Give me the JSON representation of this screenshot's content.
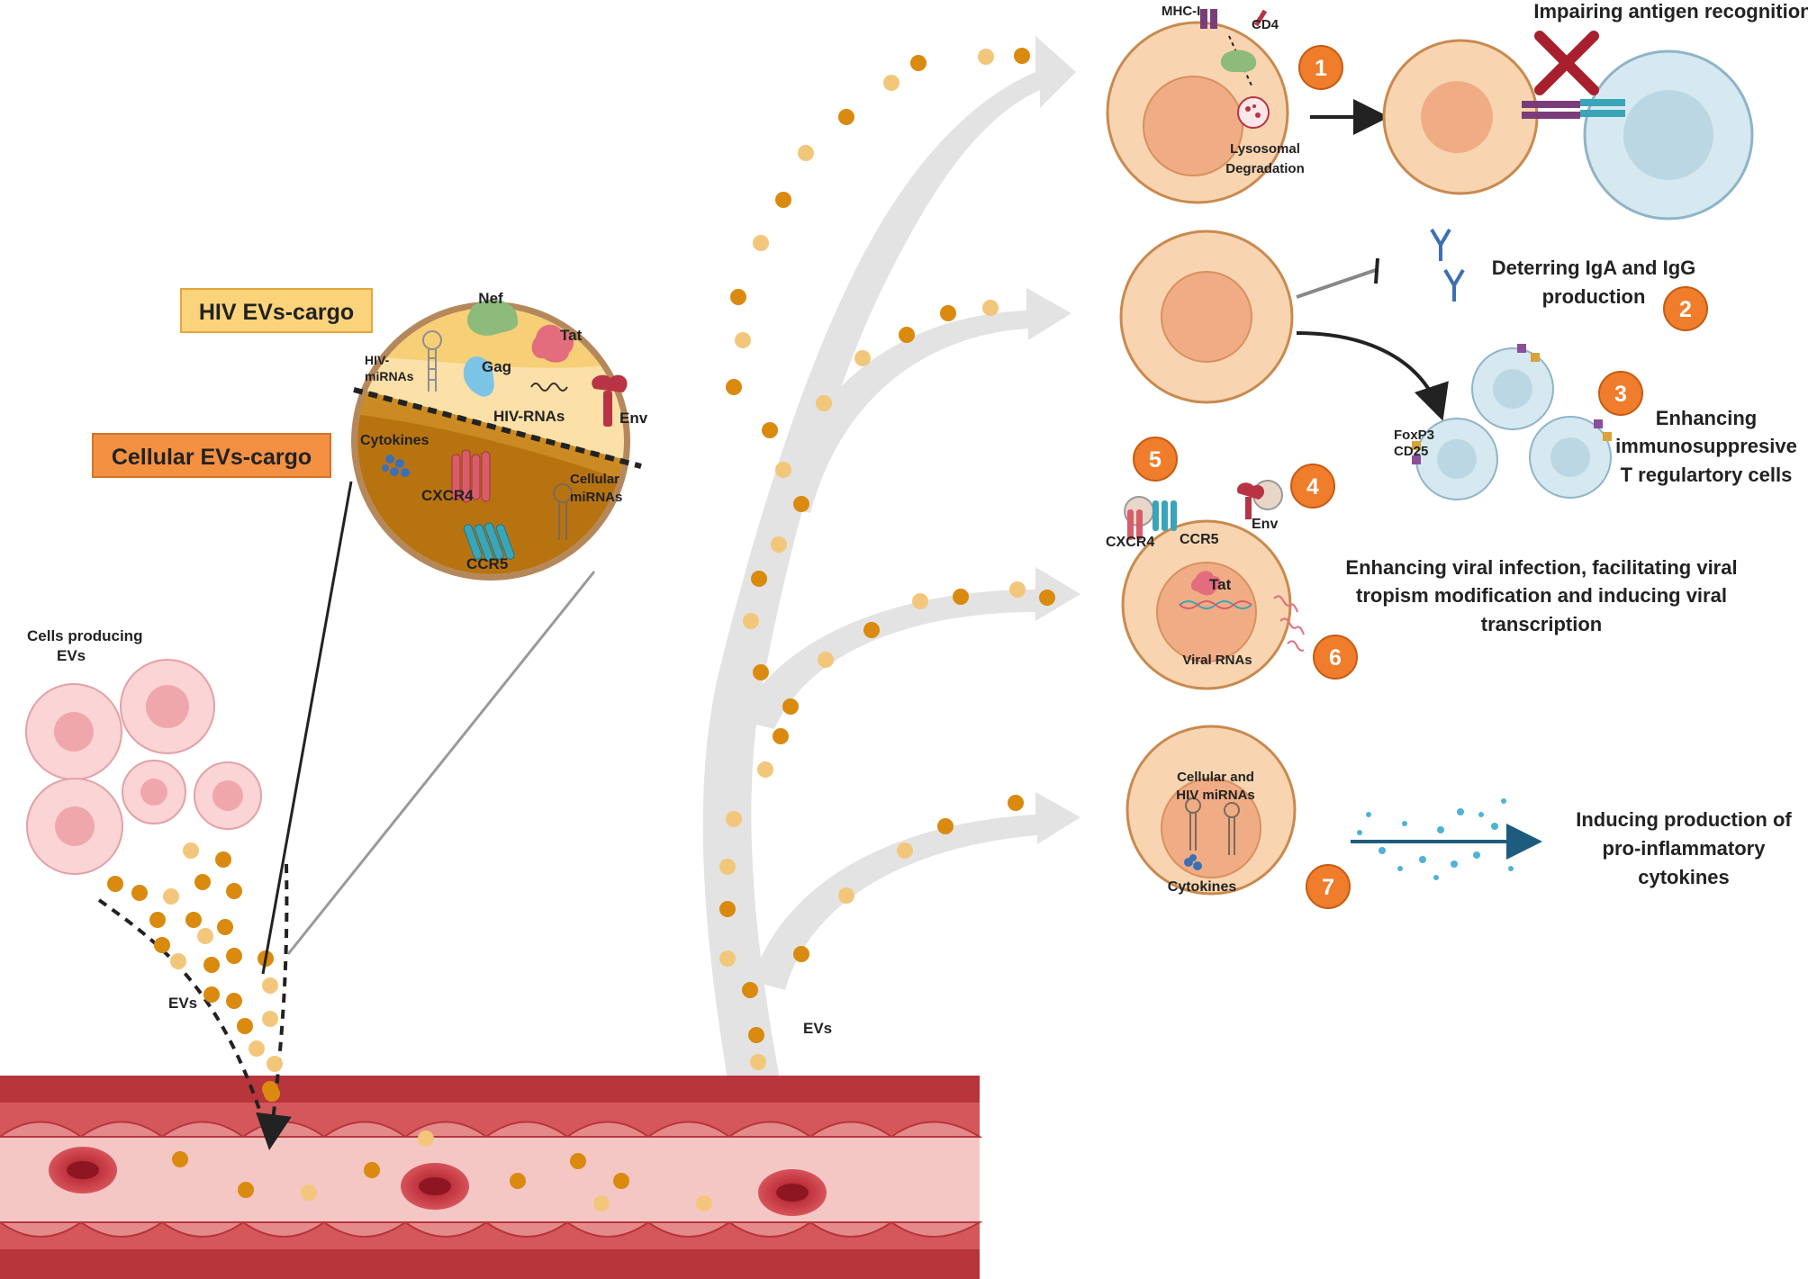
{
  "labels": {
    "hiv_cargo": "HIV EVs-cargo",
    "cellular_cargo": "Cellular EVs-cargo",
    "cells_producing_1": "Cells producing",
    "cells_producing_2": "EVs",
    "evs_left": "EVs",
    "evs_center": "EVs"
  },
  "cargo": {
    "nef": "Nef",
    "tat": "Tat",
    "gag": "Gag",
    "hiv_mirnas_1": "HIV-",
    "hiv_mirnas_2": "miRNAs",
    "hiv_rnas": "HIV-RNAs",
    "env": "Env",
    "cytokines": "Cytokines",
    "cxcr4": "CXCR4",
    "cellular_mirnas_1": "Cellular",
    "cellular_mirnas_2": "miRNAs",
    "ccr5": "CCR5"
  },
  "effects": {
    "e1": {
      "number": "1",
      "title": "Impairing antigen recognition",
      "mhc": "MHC-I",
      "cd4": "CD4",
      "lysosomal_1": "Lysosomal",
      "lysosomal_2": "Degradation"
    },
    "e2": {
      "number": "2",
      "title_1": "Deterring IgA and IgG",
      "title_2": "production"
    },
    "e3": {
      "number": "3",
      "title_1": "Enhancing",
      "title_2": "immunosuppresive",
      "title_3": "T regulartory cells",
      "foxp3": "FoxP3",
      "cd25": "CD25"
    },
    "e456": {
      "n4": "4",
      "n5": "5",
      "n6": "6",
      "cxcr4": "CXCR4",
      "ccr5": "CCR5",
      "env": "Env",
      "tat": "Tat",
      "viral_rnas": "Viral RNAs",
      "title_1": "Enhancing viral infection, facilitating viral",
      "title_2": "tropism modification and inducing viral",
      "title_3": "transcription"
    },
    "e7": {
      "number": "7",
      "mirnas_1": "Cellular and",
      "mirnas_2": "HIV miRNAs",
      "cytokines": "Cytokines",
      "title_1": "Inducing production of",
      "title_2": "pro-inflammatory",
      "title_3": "cytokines"
    }
  },
  "colors": {
    "ev_dark": "#d98a0f",
    "ev_light": "#f3c77b",
    "cell_fill": "#f8d5b0",
    "cell_border": "#c98a4f",
    "nucleus": "#f0ad85",
    "badge": "#ef7d2b",
    "vessel_wall": "#c0454a",
    "vessel_lumen": "#f4c7c5",
    "pathway_arrow": "#e2e2e2"
  }
}
